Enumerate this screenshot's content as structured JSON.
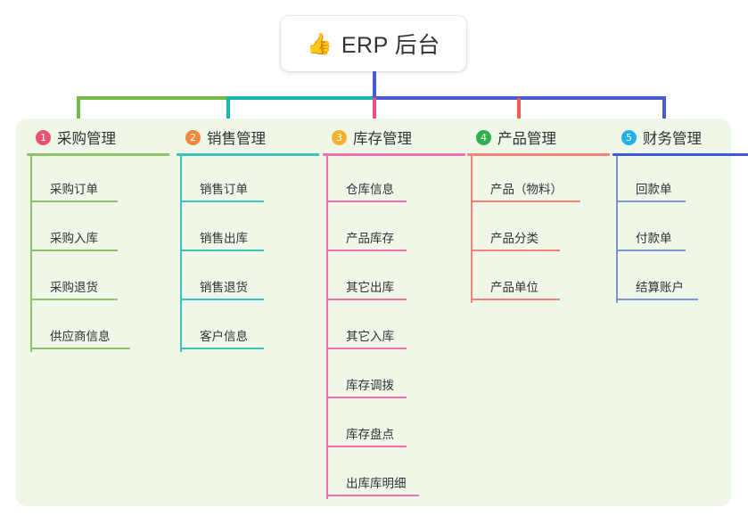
{
  "root": {
    "icon": "thumbs-up-emoji",
    "emoji": "👍",
    "title": "ERP 后台"
  },
  "connectors": {
    "stem_color": "#4a5ad0",
    "bar_colors": [
      "#73bb44",
      "#14b8ae",
      "#4a5ad0"
    ],
    "drop_colors": [
      "#73bb44",
      "#14b8ae",
      "#ef4b89",
      "#f4604f",
      "#4a5ad0"
    ]
  },
  "panel": {
    "background": "#eef7e8"
  },
  "columns": [
    {
      "number": "1",
      "title": "采购管理",
      "badge_color": "#f05070",
      "rule_color": "#8cc265",
      "leaves": [
        "采购订单",
        "采购入库",
        "采购退货",
        "供应商信息"
      ]
    },
    {
      "number": "2",
      "title": "销售管理",
      "badge_color": "#f0883c",
      "rule_color": "#3cc2bb",
      "leaves": [
        "销售订单",
        "销售出库",
        "销售退货",
        "客户信息"
      ]
    },
    {
      "number": "3",
      "title": "库存管理",
      "badge_color": "#f5b12c",
      "rule_color": "#ef6fb0",
      "leaves": [
        "仓库信息",
        "产品库存",
        "其它出库",
        "其它入库",
        "库存调拨",
        "库存盘点",
        "出库库明细"
      ]
    },
    {
      "number": "4",
      "title": "产品管理",
      "badge_color": "#2eb24e",
      "rule_color": "#f58077",
      "leaves": [
        "产品（物料）",
        "产品分类",
        "产品单位"
      ]
    },
    {
      "number": "5",
      "title": "财务管理",
      "badge_color": "#22b0e8",
      "rule_color": "#3b5bd8",
      "leaves": [
        "回款单",
        "付款单",
        "结算账户"
      ]
    }
  ]
}
